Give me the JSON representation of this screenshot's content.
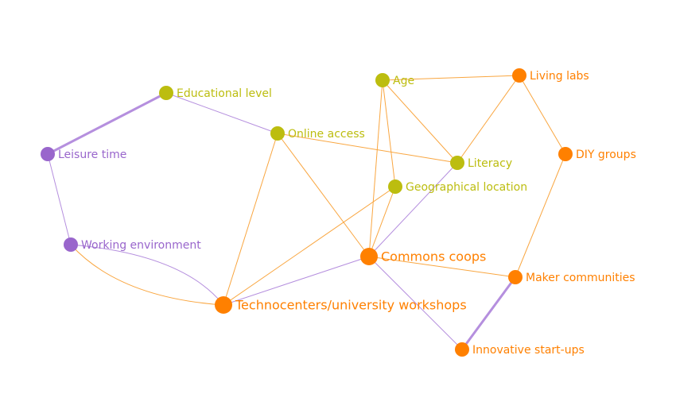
{
  "colors": {
    "purple": "#9966cc",
    "olive": "#bcbd0f",
    "orange": "#ff8000",
    "edge_orange": "#f9a640",
    "edge_purple": "#b58fde"
  },
  "nodes": [
    {
      "id": "educational_level",
      "label": "Educational level",
      "group": "olive"
    },
    {
      "id": "leisure_time",
      "label": "Leisure time",
      "group": "purple"
    },
    {
      "id": "online_access",
      "label": "Online access",
      "group": "olive"
    },
    {
      "id": "age",
      "label": "Age",
      "group": "olive"
    },
    {
      "id": "living_labs",
      "label": "Living labs",
      "group": "orange"
    },
    {
      "id": "diy_groups",
      "label": "DIY groups",
      "group": "orange"
    },
    {
      "id": "literacy",
      "label": "Literacy",
      "group": "olive"
    },
    {
      "id": "geographical_location",
      "label": "Geographical location",
      "group": "olive"
    },
    {
      "id": "working_environment",
      "label": "Working environment",
      "group": "purple"
    },
    {
      "id": "commons_coops",
      "label": "Commons coops",
      "group": "orange",
      "size": "large"
    },
    {
      "id": "maker_communities",
      "label": "Maker communities",
      "group": "orange"
    },
    {
      "id": "technocenters",
      "label": "Technocenters/university workshops",
      "group": "orange",
      "size": "large"
    },
    {
      "id": "innovative_startups",
      "label": "Innovative start-ups",
      "group": "orange"
    }
  ],
  "edges": [
    {
      "source": "leisure_time",
      "target": "educational_level",
      "color": "purple",
      "weight": "heavy"
    },
    {
      "source": "leisure_time",
      "target": "working_environment",
      "color": "purple"
    },
    {
      "source": "educational_level",
      "target": "online_access",
      "color": "purple"
    },
    {
      "source": "online_access",
      "target": "literacy",
      "color": "orange"
    },
    {
      "source": "online_access",
      "target": "commons_coops",
      "color": "orange"
    },
    {
      "source": "online_access",
      "target": "technocenters",
      "color": "orange"
    },
    {
      "source": "age",
      "target": "living_labs",
      "color": "orange"
    },
    {
      "source": "age",
      "target": "literacy",
      "color": "orange"
    },
    {
      "source": "age",
      "target": "geographical_location",
      "color": "orange"
    },
    {
      "source": "age",
      "target": "commons_coops",
      "color": "orange"
    },
    {
      "source": "living_labs",
      "target": "literacy",
      "color": "orange"
    },
    {
      "source": "living_labs",
      "target": "diy_groups",
      "color": "orange"
    },
    {
      "source": "diy_groups",
      "target": "maker_communities",
      "color": "orange"
    },
    {
      "source": "literacy",
      "target": "commons_coops",
      "color": "purple"
    },
    {
      "source": "geographical_location",
      "target": "commons_coops",
      "color": "orange"
    },
    {
      "source": "geographical_location",
      "target": "technocenters",
      "color": "orange"
    },
    {
      "source": "working_environment",
      "target": "technocenters",
      "color": "orange",
      "curve": "under"
    },
    {
      "source": "working_environment",
      "target": "technocenters",
      "color": "purple",
      "curve": "over"
    },
    {
      "source": "technocenters",
      "target": "commons_coops",
      "color": "purple"
    },
    {
      "source": "commons_coops",
      "target": "maker_communities",
      "color": "orange"
    },
    {
      "source": "commons_coops",
      "target": "innovative_startups",
      "color": "purple"
    },
    {
      "source": "maker_communities",
      "target": "innovative_startups",
      "color": "purple",
      "weight": "heavy"
    }
  ]
}
